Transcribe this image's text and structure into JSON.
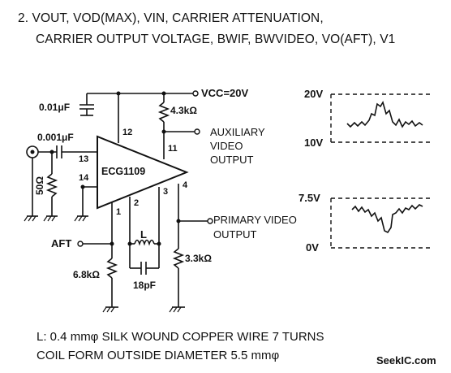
{
  "title": {
    "line1": "2. VOUT, VOD(MAX), VIN, CARRIER ATTENUATION,",
    "line2": "CARRIER OUTPUT VOLTAGE, BWIF, BWVIDEO, VO(AFT), V1"
  },
  "schematic": {
    "ic_label": "ECG1109",
    "vcc_label": "VCC=20V",
    "c_top_label": "0.01μF",
    "c_in_label": "0.001μF",
    "r_in_label": "50Ω",
    "r_top_label": "4.3kΩ",
    "r_aft_label": "6.8kΩ",
    "r_out_label": "3.3kΩ",
    "c_coil_label": "18pF",
    "coil_label": "L",
    "aft_label": "AFT",
    "aux_output_label": "AUXILIARY\nVIDEO\nOUTPUT",
    "primary_output_label": "PRIMARY VIDEO\nOUTPUT",
    "pins": {
      "p1": "1",
      "p2": "2",
      "p3": "3",
      "p4": "4",
      "p11": "11",
      "p12": "12",
      "p13": "13",
      "p14": "14"
    }
  },
  "waveforms": [
    {
      "top_label": "20V",
      "bottom_label": "10V"
    },
    {
      "top_label": "7.5V",
      "bottom_label": "0V"
    }
  ],
  "note": {
    "line1": "L: 0.4 mmφ SILK WOUND COPPER WIRE 7 TURNS",
    "line2": "COIL FORM OUTSIDE DIAMETER 5.5 mmφ"
  },
  "watermark": "SeekIC.com"
}
